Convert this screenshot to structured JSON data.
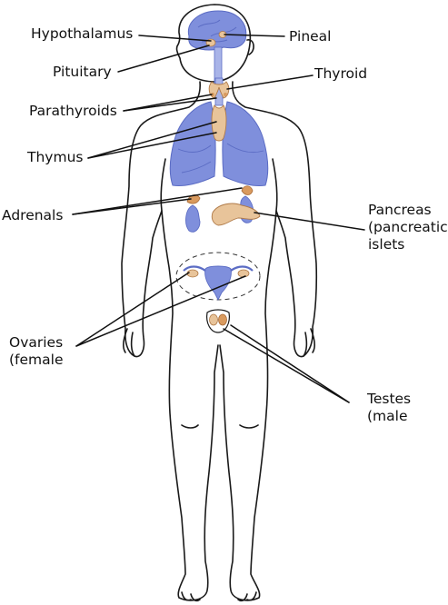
{
  "labels": {
    "hypothalamus": "Hypothalamus",
    "pineal": "Pineal",
    "pituitary": "Pituitary",
    "thyroid": "Thyroid",
    "parathyroids": "Parathyroids",
    "thymus": "Thymus",
    "adrenals": "Adrenals",
    "pancreas": [
      "Pancreas",
      "(pancreatic",
      "islets"
    ],
    "ovaries": [
      "Ovaries",
      "(female"
    ],
    "testes": [
      "Testes",
      "(male"
    ]
  },
  "colors": {
    "outline": "#1a1a1a",
    "organ_blue": "#7f8fdc",
    "organ_blue_dark": "#5b6cc4",
    "gland_tan": "#e8c49a",
    "gland_orange": "#d99a5e",
    "leader": "#111111"
  }
}
